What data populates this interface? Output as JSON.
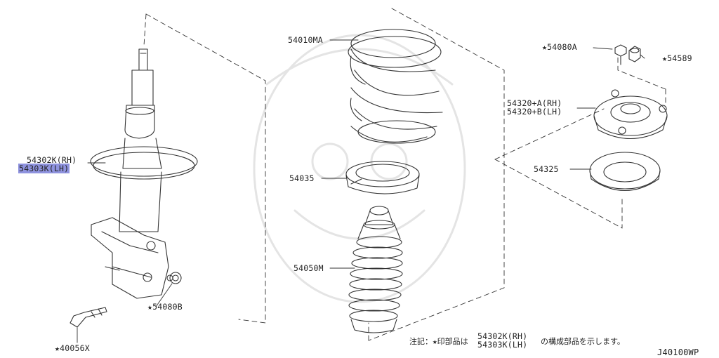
{
  "diagram_id": "J40100WP",
  "colors": {
    "highlight": "#8f93df",
    "line": "#333333"
  },
  "labels": {
    "strut_rh": "54302K(RH)",
    "strut_lh": "54303K(LH)",
    "bolt": "★40056X",
    "nut_strut": "★54080B",
    "spring": "54010MA",
    "spring_seat": "54035",
    "bound_bumper": "54050M",
    "nut_top": "★54080A",
    "nut_top2": "★54589",
    "mount_rh": "54320+A(RH)",
    "mount_lh": "54320+B(LH)",
    "bearing": "54325"
  },
  "note": {
    "prefix": "注記：★印部品は",
    "part_rh": "54302K(RH)",
    "part_lh": "54303K(LH)",
    "suffix": "の構成部品を示します。"
  }
}
